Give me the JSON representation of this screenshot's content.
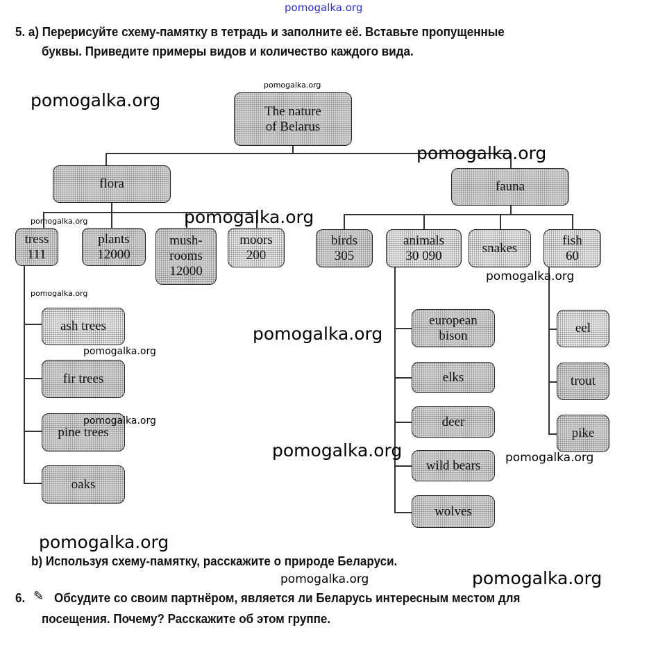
{
  "header_watermark": "pomogalka.org",
  "task5a": {
    "line1": "5. а) Перерисуйте схему-памятку в тетрадь и заполните её. Вставьте пропущенные",
    "line2": "буквы. Приведите примеры видов и количество каждого вида."
  },
  "diagram": {
    "root": {
      "line1": "The nature",
      "line2": "of Belarus"
    },
    "flora": "flora",
    "fauna": "fauna",
    "flora_children": [
      {
        "label": "tress",
        "count": "111"
      },
      {
        "label": "plants",
        "count": "12000"
      },
      {
        "label": "mush-",
        "label2": "rooms",
        "count": "12000"
      },
      {
        "label": "moors",
        "count": "200"
      }
    ],
    "fauna_children": [
      {
        "label": "birds",
        "count": "305"
      },
      {
        "label": "animals",
        "count": "30 090"
      },
      {
        "label": "snakes"
      },
      {
        "label": "fish",
        "count": "60"
      }
    ],
    "trees": [
      "ash trees",
      "fir trees",
      "pine trees",
      "oaks"
    ],
    "animals": [
      {
        "l1": "european",
        "l2": "bison"
      },
      {
        "l1": "elks"
      },
      {
        "l1": "deer"
      },
      {
        "l1": "wild bears"
      },
      {
        "l1": "wolves"
      }
    ],
    "fish": [
      "eel",
      "trout",
      "pike"
    ]
  },
  "task5b": "b) Используя схему-памятку, расскажите о природе Беларуси.",
  "task6": {
    "number": "6.",
    "line1": "Обсудите со своим партнёром, является ли Беларусь интересным местом для",
    "line2": "посещения. Почему? Расскажите об этом группе."
  },
  "watermarks": [
    "pomogalka.org",
    "pomogalka.org",
    "pomogalka.org",
    "pomogalka.org",
    "pomogalka.org",
    "pomogalka.org",
    "pomogalka.org",
    "pomogalka.org",
    "pomogalka.org",
    "pomogalka.org",
    "pomogalka.org",
    "pomogalka.org",
    "pomogalka.org",
    "pomogalka.org",
    "pomogalka.org"
  ]
}
